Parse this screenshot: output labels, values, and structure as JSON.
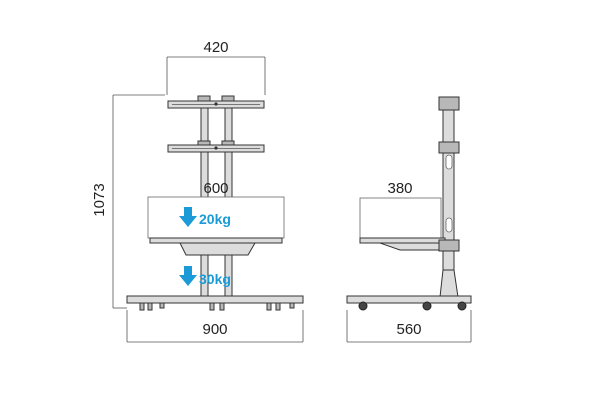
{
  "front_view": {
    "dim_top_width": "420",
    "dim_height": "1073",
    "dim_shelf_width": "600",
    "dim_base_width": "900",
    "load_upper": "20kg",
    "load_lower": "30kg"
  },
  "side_view": {
    "dim_shelf_depth": "380",
    "dim_base_depth": "560"
  },
  "colors": {
    "load_accent": "#1a9ad6",
    "line": "#333333",
    "fill": "#dcdcdc"
  }
}
